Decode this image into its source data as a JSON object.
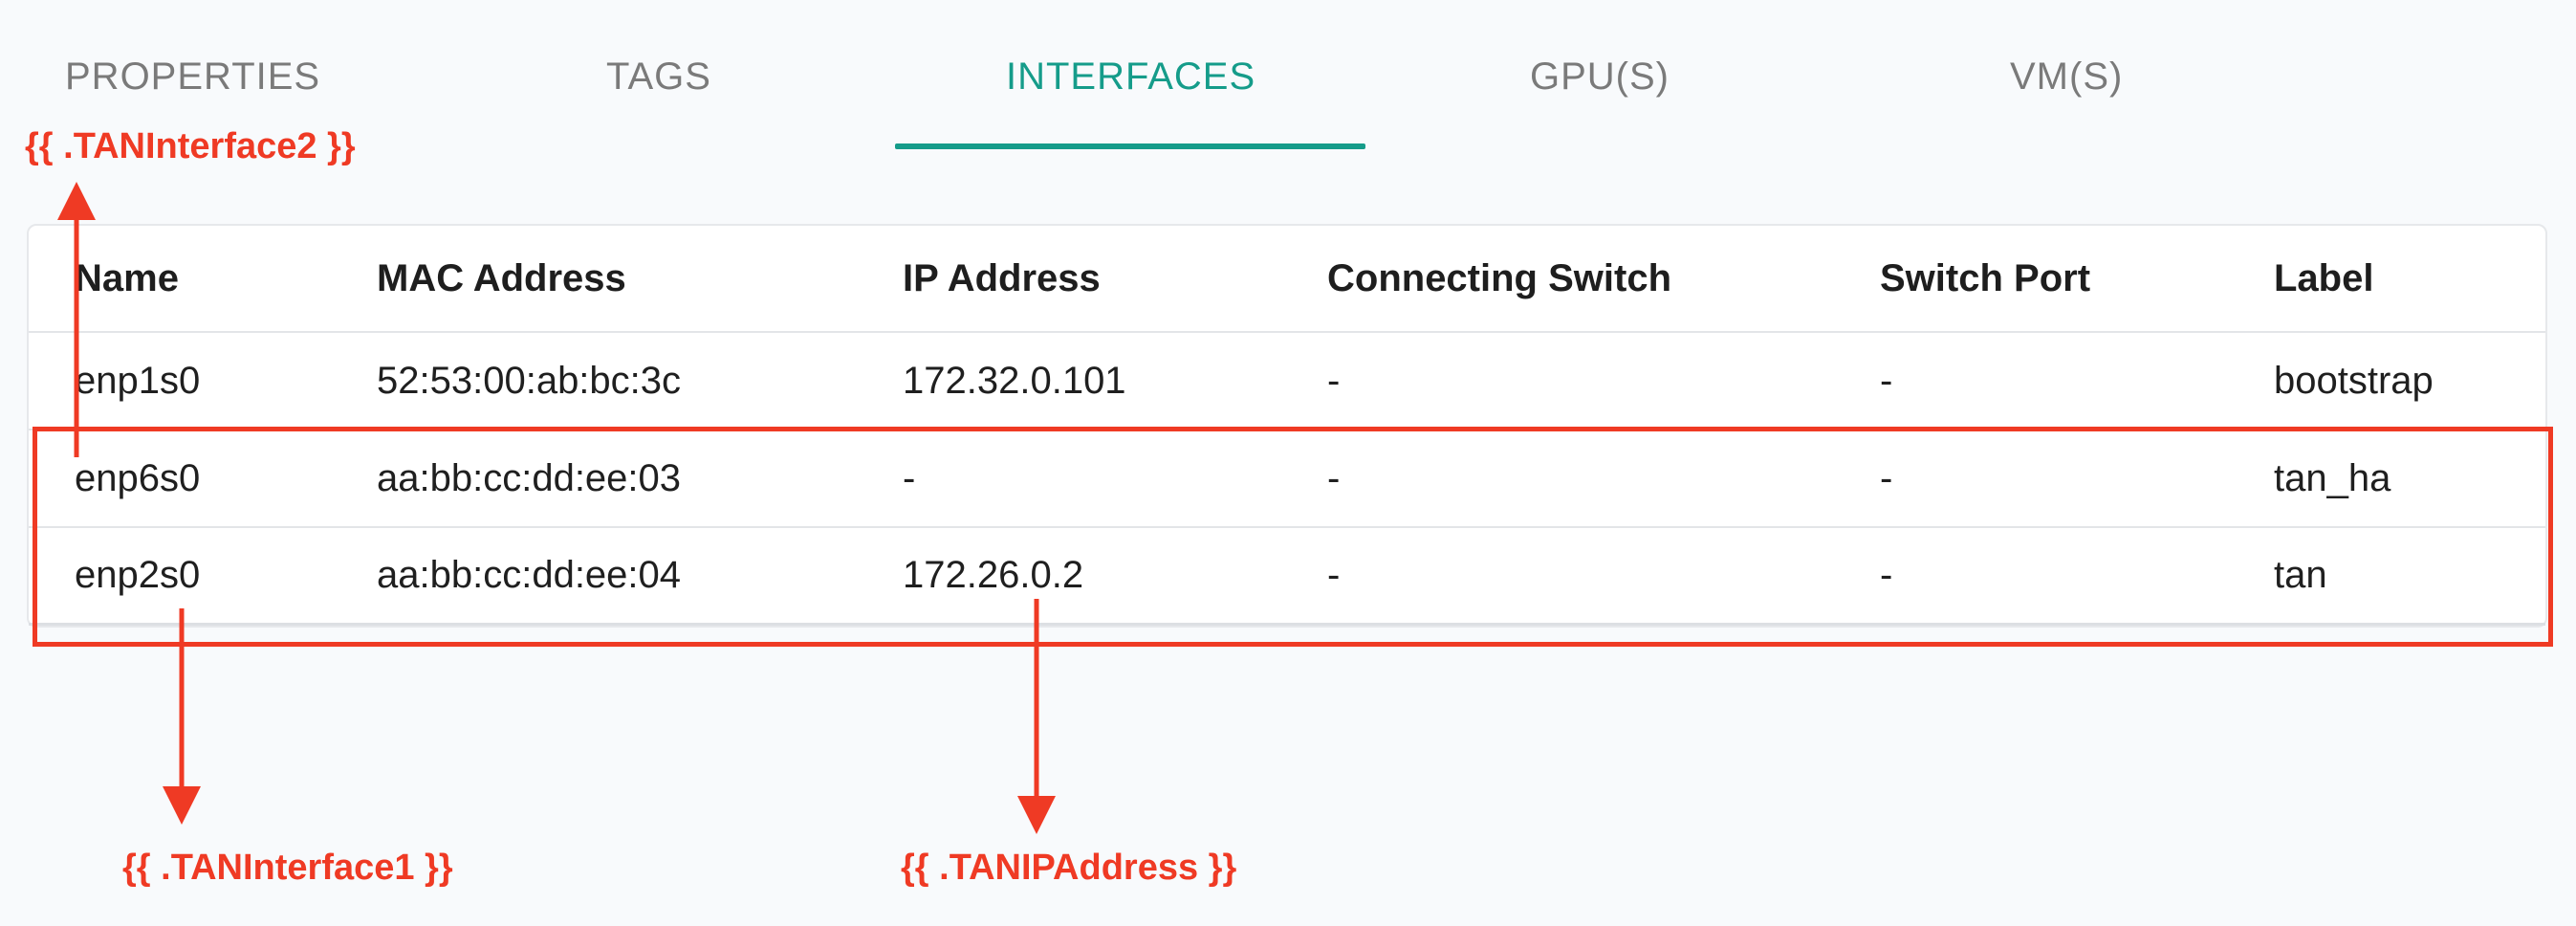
{
  "tabs": [
    {
      "label": "PROPERTIES",
      "active": false
    },
    {
      "label": "TAGS",
      "active": false
    },
    {
      "label": "INTERFACES",
      "active": true
    },
    {
      "label": "GPU(S)",
      "active": false
    },
    {
      "label": "VM(S)",
      "active": false
    }
  ],
  "colors": {
    "accent": "#159c8a",
    "annotation": "#ef3a24"
  },
  "table": {
    "columns": [
      "Name",
      "MAC Address",
      "IP Address",
      "Connecting Switch",
      "Switch Port",
      "Label"
    ],
    "rows": [
      [
        "enp1s0",
        "52:53:00:ab:bc:3c",
        "172.32.0.101",
        "-",
        "-",
        "bootstrap"
      ],
      [
        "enp6s0",
        "aa:bb:cc:dd:ee:03",
        "-",
        "-",
        "-",
        "tan_ha"
      ],
      [
        "enp2s0",
        "aa:bb:cc:dd:ee:04",
        "172.26.0.2",
        "-",
        "-",
        "tan"
      ]
    ]
  },
  "annotations": {
    "tan_interface2": "{{ .TANInterface2 }}",
    "tan_interface1": "{{ .TANInterface1 }}",
    "tan_ip_address": "{{ .TANIPAddress }}"
  }
}
